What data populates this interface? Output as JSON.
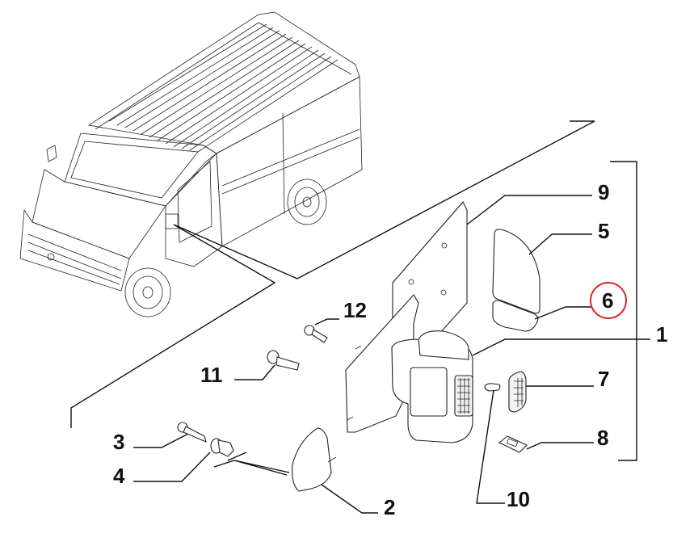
{
  "diagram": {
    "subject": "Van exterior rear-view mirror assembly - exploded parts view",
    "highlighted_part": "6",
    "highlight_color": "#d62a2a",
    "callouts": [
      {
        "id": "1",
        "part": "mirror-assembly"
      },
      {
        "id": "2",
        "part": "mirror-base-cover"
      },
      {
        "id": "3",
        "part": "screw"
      },
      {
        "id": "4",
        "part": "clip-nut"
      },
      {
        "id": "5",
        "part": "mirror-glass-upper"
      },
      {
        "id": "6",
        "part": "mirror-glass-lower"
      },
      {
        "id": "7",
        "part": "side-turn-signal-lens"
      },
      {
        "id": "8",
        "part": "lamp-lens-small"
      },
      {
        "id": "9",
        "part": "mirror-backing-plate"
      },
      {
        "id": "10",
        "part": "bulb"
      },
      {
        "id": "11",
        "part": "bolt"
      },
      {
        "id": "12",
        "part": "bolt-small"
      }
    ]
  }
}
